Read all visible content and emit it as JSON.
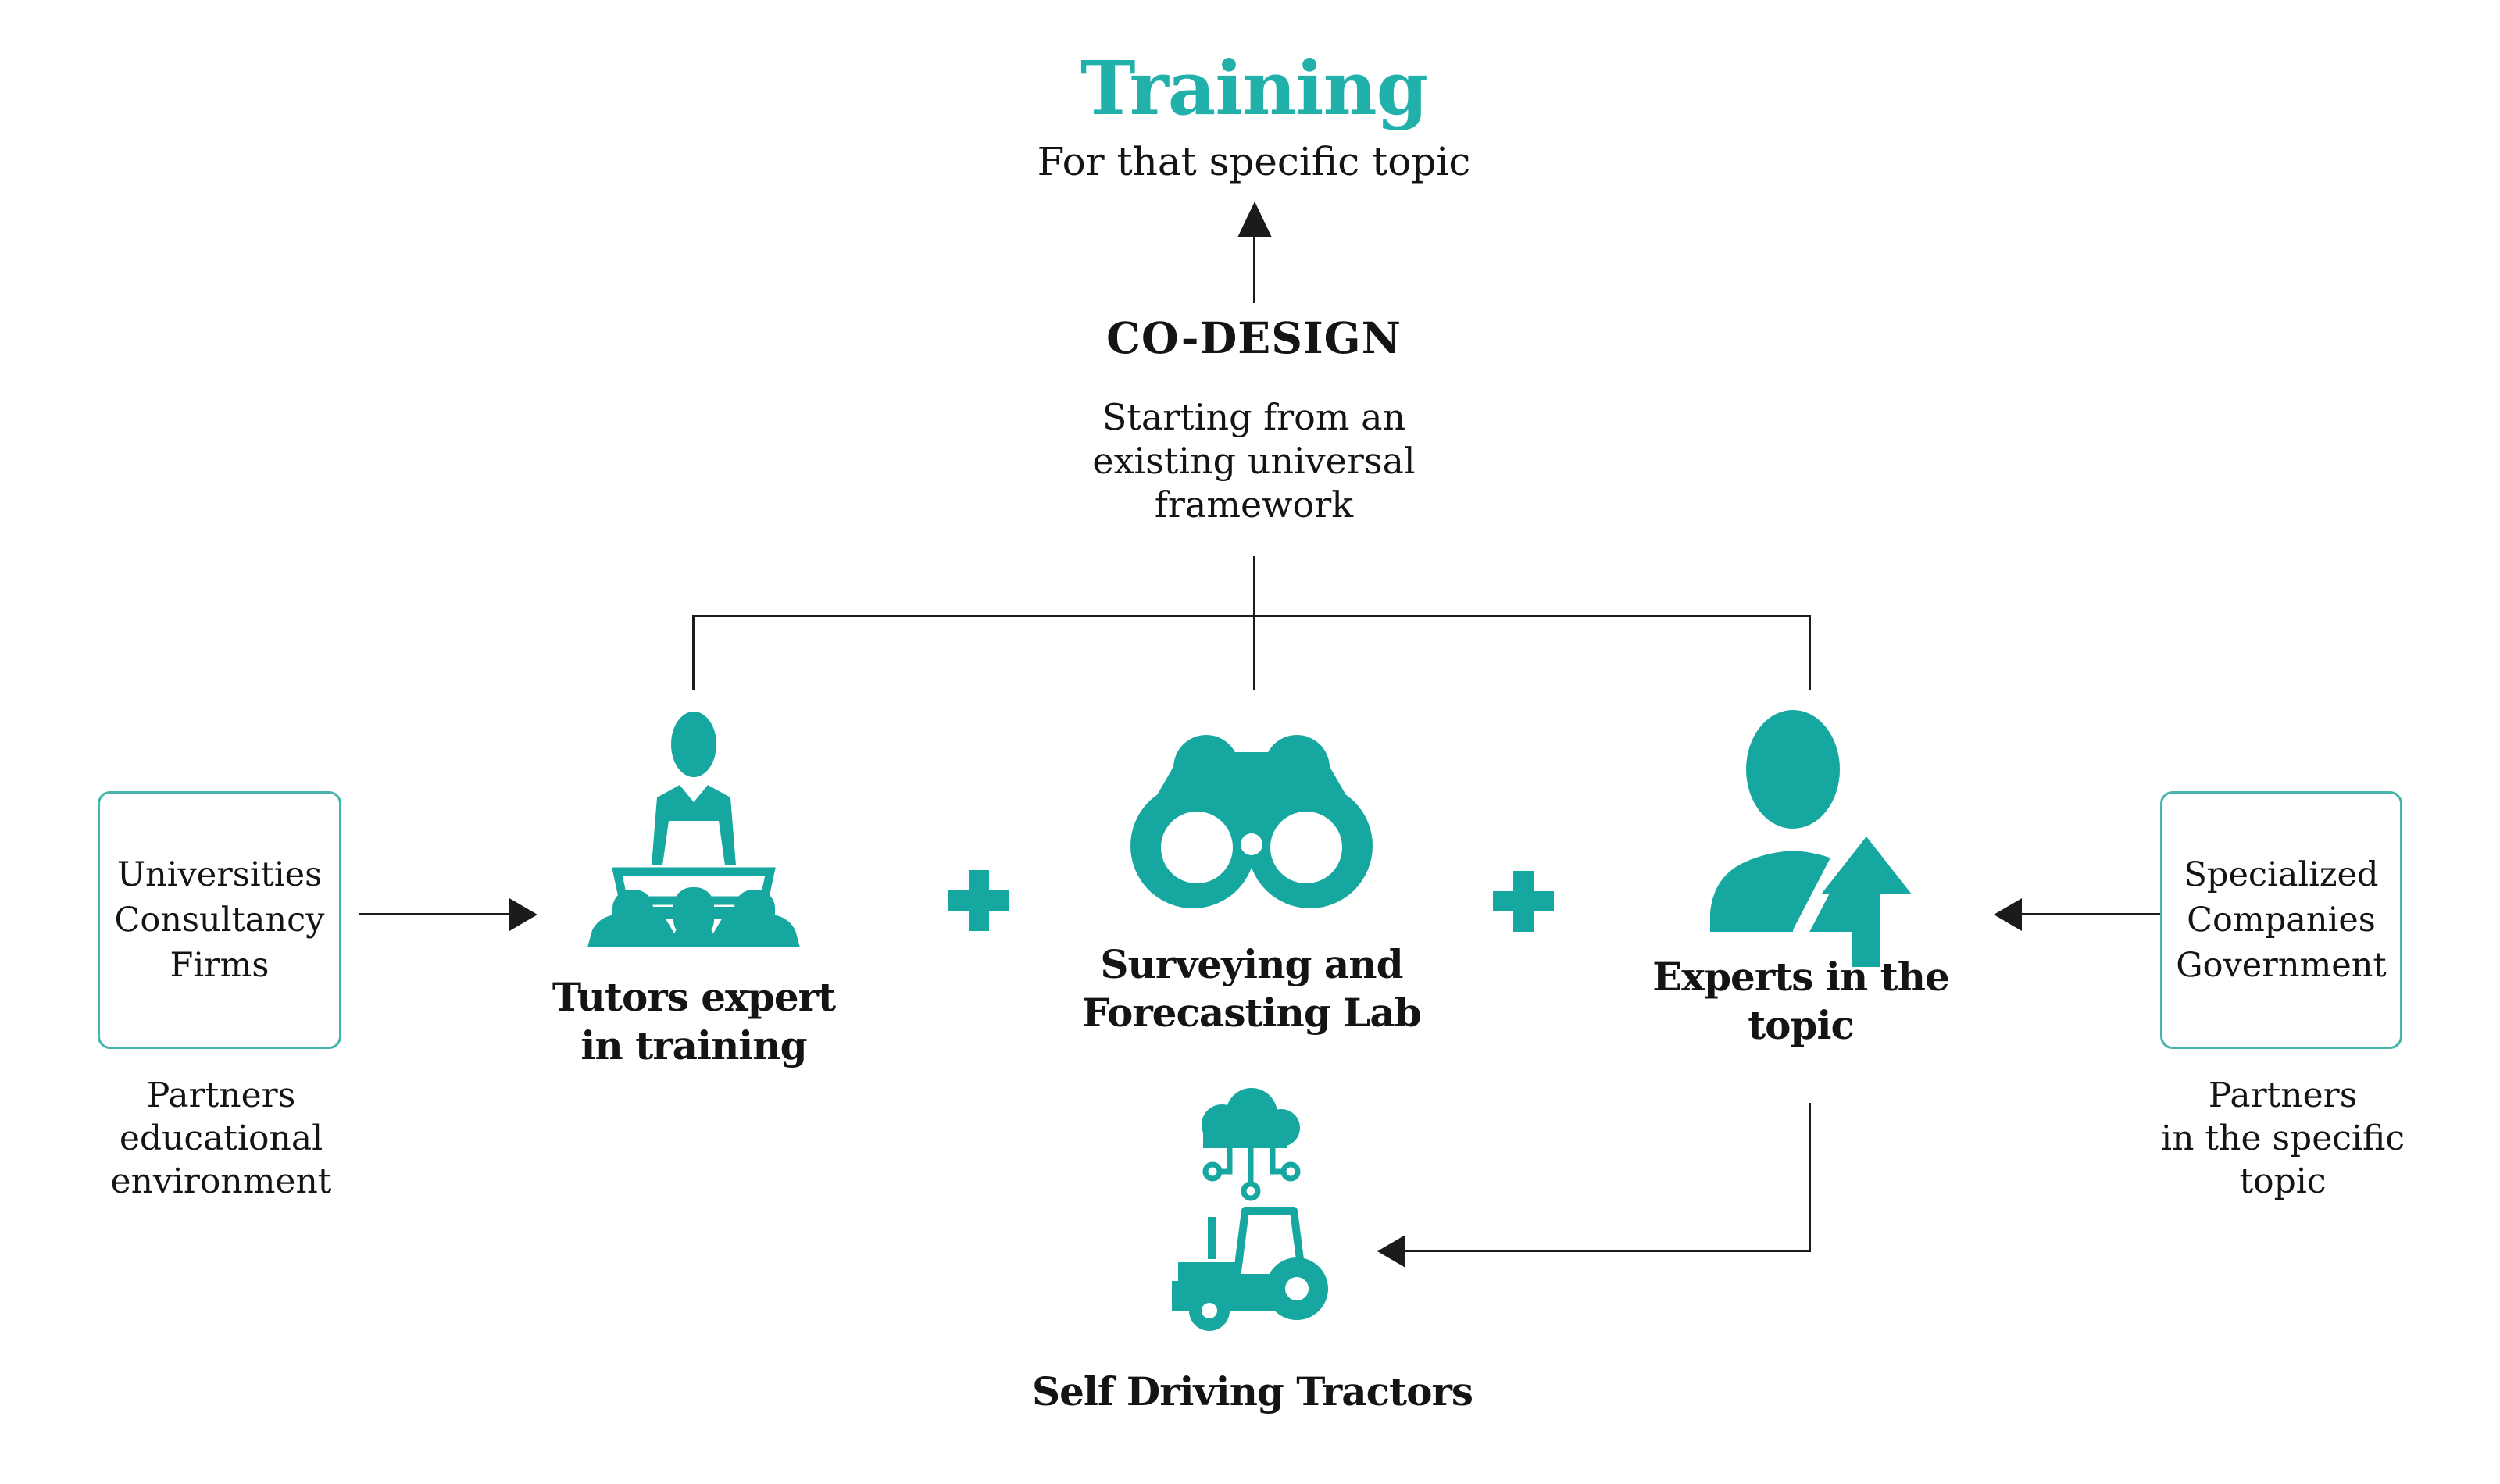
{
  "colors": {
    "accent": "#16a8a0",
    "accent_title": "#22b1aa",
    "box_border": "#45b5ac",
    "line": "#1b1b1b",
    "text": "#141414"
  },
  "header": {
    "title": "Training",
    "subtitle": "For that specific topic"
  },
  "codesign": {
    "label": "CO-DESIGN",
    "lines": [
      "Starting from an",
      "existing universal",
      "framework"
    ]
  },
  "nodes": {
    "tutors": {
      "lines": [
        "Tutors expert",
        "in training"
      ],
      "icon": "presenter-audience-icon"
    },
    "lab": {
      "lines": [
        "Surveying and",
        "Forecasting Lab"
      ],
      "icon": "binoculars-icon"
    },
    "experts": {
      "lines": [
        "Experts in the",
        "topic"
      ],
      "icon": "person-up-arrow-icon"
    },
    "tractors": {
      "label": "Self Driving Tractors",
      "icon": "iot-tractor-icon"
    }
  },
  "left_partner": {
    "box_lines": [
      "Universities",
      "Consultancy",
      "Firms"
    ],
    "caption_lines": [
      "Partners",
      "educational",
      "environment"
    ]
  },
  "right_partner": {
    "box_lines": [
      "Specialized",
      "Companies",
      "Government"
    ],
    "caption_lines": [
      "Partners",
      "in the specific",
      "topic"
    ]
  },
  "operators": {
    "plus": "+"
  }
}
